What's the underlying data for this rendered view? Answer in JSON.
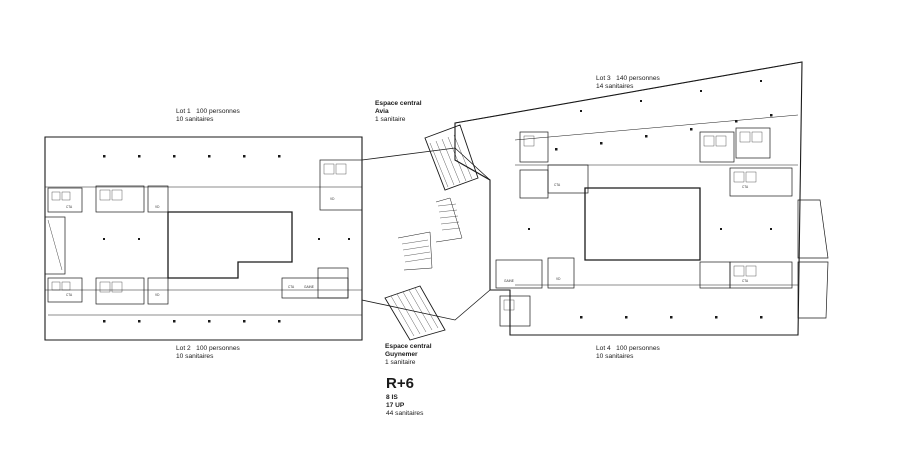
{
  "zones": {
    "lot1": {
      "name": "Lot 1",
      "capacity": "100 personnes",
      "sanitaires": "10 sanitaires"
    },
    "lot2": {
      "name": "Lot 2",
      "capacity": "100 personnes",
      "sanitaires": "10 sanitaires"
    },
    "lot3": {
      "name": "Lot 3",
      "capacity": "140 personnes",
      "sanitaires": "14 sanitaires"
    },
    "lot4": {
      "name": "Lot 4",
      "capacity": "100 personnes",
      "sanitaires": "10 sanitaires"
    },
    "central_top": {
      "title": "Espace central",
      "name": "Avia",
      "sanitaires": "1 sanitaire"
    },
    "central_bottom": {
      "title": "Espace central",
      "name": "Guynemer",
      "sanitaires": "1 sanitaire"
    }
  },
  "level": {
    "name": "R+6",
    "is": "8 IS",
    "up": "17 UP",
    "sanitaires": "44 sanitaires"
  },
  "room_tags": {
    "vd": "VD",
    "cta": "CTA",
    "gaine": "GAINE"
  }
}
